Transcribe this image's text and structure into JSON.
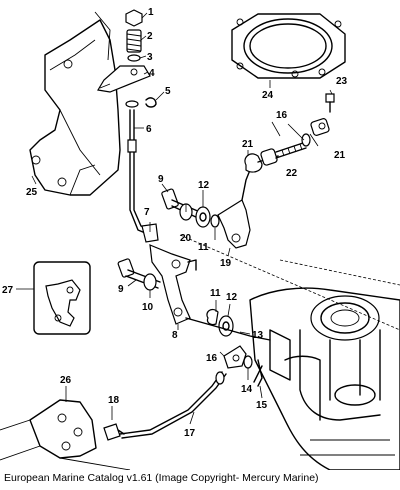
{
  "diagram": {
    "callouts": [
      "1",
      "2",
      "3",
      "4",
      "5",
      "6",
      "7",
      "8",
      "9",
      "9",
      "10",
      "11",
      "11",
      "12",
      "12",
      "13",
      "14",
      "15",
      "16",
      "16",
      "17",
      "18",
      "19",
      "20",
      "21",
      "21",
      "22",
      "23",
      "24",
      "25",
      "26",
      "27"
    ]
  },
  "caption": "European Marine Catalog v1.61 (Image Copyright- Mercury Marine)"
}
